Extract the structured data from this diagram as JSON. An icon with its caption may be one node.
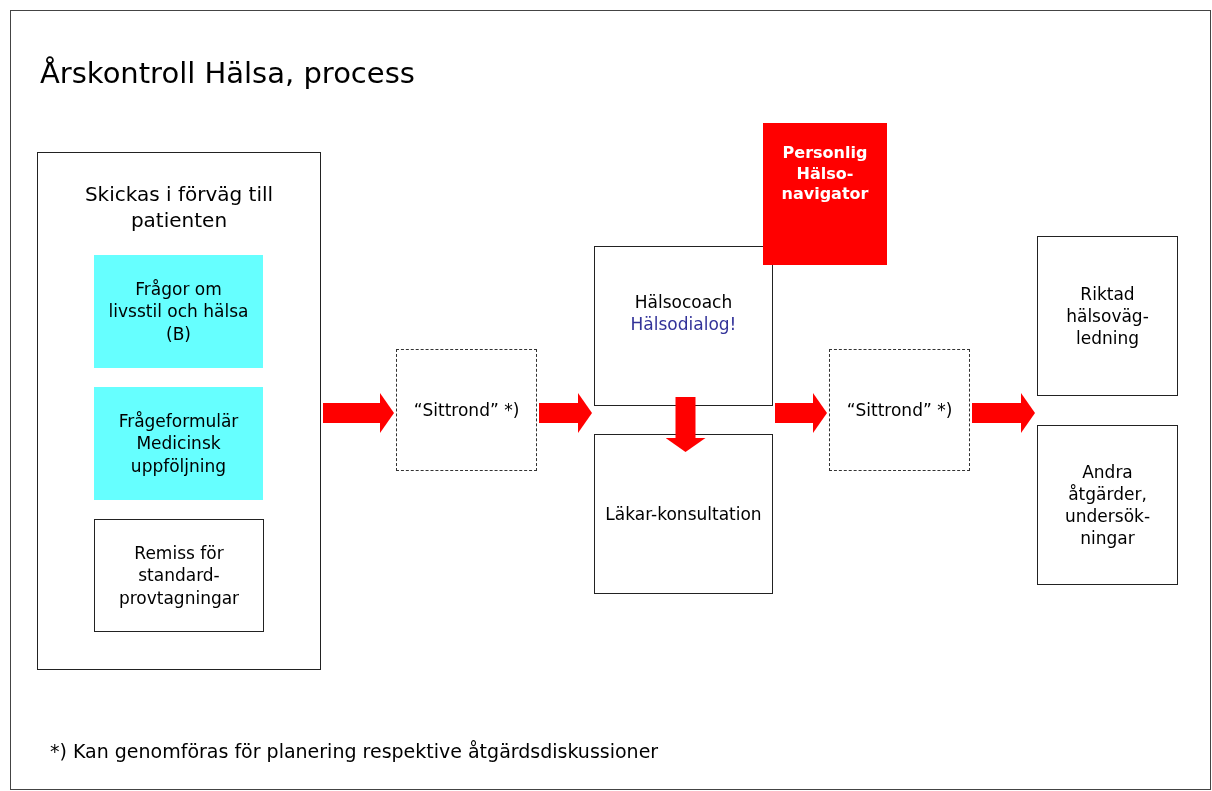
{
  "diagram": {
    "title": "Årskontroll Hälsa, process",
    "nodes": [
      {
        "text": [
          "Skickas i förväg till patienten"
        ]
      },
      {
        "text": [
          "Frågor om livsstil och hälsa (B)"
        ],
        "in": 0
      },
      {
        "text": [
          "Frågeformulär Medicinsk uppföljning"
        ],
        "in": 0
      },
      {
        "text": [
          "Remiss för standard-provtagningar"
        ],
        "in": 0
      },
      {
        "text": [
          "“Sittrond” *)"
        ]
      },
      {
        "text": [
          "Hälsocoach",
          "Hälsodialog!"
        ]
      },
      {
        "text": [
          "Personlig Hälso-navigator"
        ]
      },
      {
        "text": [
          "Läkar-konsultation"
        ]
      },
      {
        "text": [
          "“Sittrond” *)"
        ]
      },
      {
        "text": [
          "Riktad hälsoväg-ledning"
        ]
      },
      {
        "text": [
          "Andra åtgärder, undersök-ningar"
        ]
      }
    ],
    "edges": [
      {
        "from": 0,
        "to": 4,
        "arrow": "to"
      },
      {
        "from": 4,
        "to": 5,
        "arrow": "to"
      },
      {
        "from": 5,
        "to": 7,
        "arrow": "to"
      },
      {
        "from": 5,
        "to": 8,
        "arrow": "to"
      },
      {
        "from": 8,
        "to": 9,
        "arrow": "to"
      },
      {
        "from": 8,
        "to": 10,
        "arrow": "to"
      }
    ],
    "labels": [
      "*) Kan genomföras för planering respektive åtgärdsdiskussioner"
    ]
  }
}
